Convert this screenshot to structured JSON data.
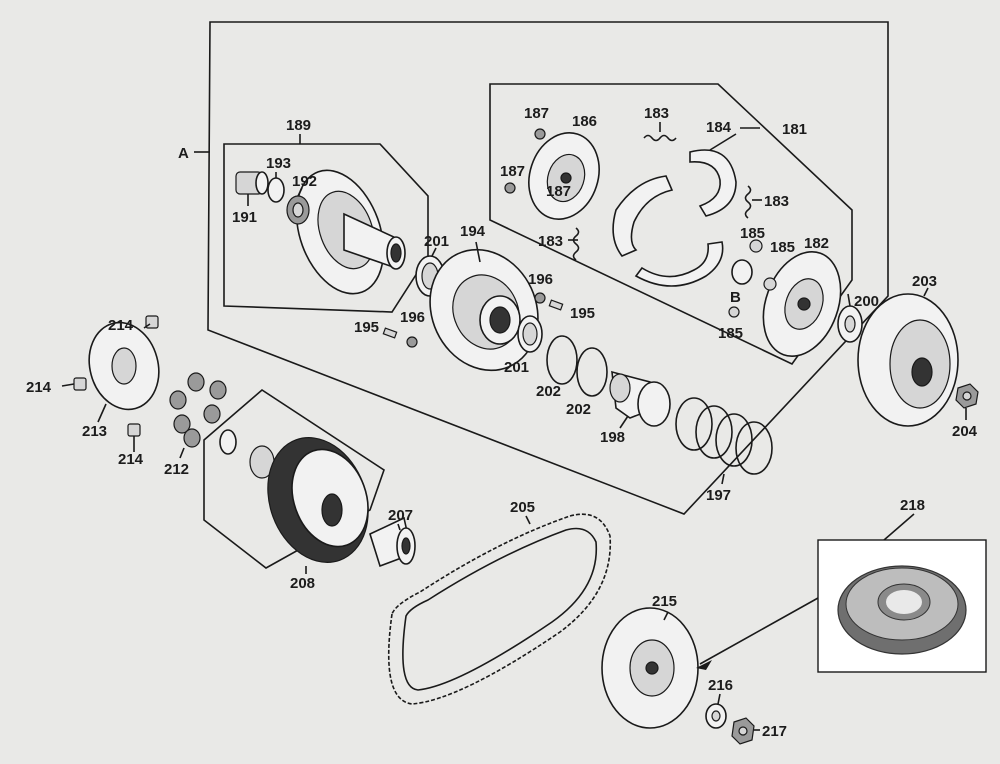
{
  "diagram": {
    "group_label": "A",
    "labels": {
      "p181": "181",
      "p182": "182",
      "p183a": "183",
      "p183b": "183",
      "p183c": "183",
      "p184": "184",
      "p185a": "185",
      "p185b": "185",
      "p185c": "185",
      "p186": "186",
      "p187a": "187",
      "p187b": "187",
      "p187c": "187",
      "p189": "189",
      "p191": "191",
      "p192": "192",
      "p193": "193",
      "p194": "194",
      "p195a": "195",
      "p195b": "195",
      "p196a": "196",
      "p196b": "196",
      "p197": "197",
      "p198": "198",
      "p200": "200",
      "p201a": "201",
      "p201b": "201",
      "p202a": "202",
      "p202b": "202",
      "p203": "203",
      "p204": "204",
      "p205": "205",
      "p207": "207",
      "p208": "208",
      "p212": "212",
      "p213": "213",
      "p214a": "214",
      "p214b": "214",
      "p214c": "214",
      "p215": "215",
      "p216": "216",
      "p217": "217",
      "p218": "218",
      "markB": "B"
    }
  }
}
